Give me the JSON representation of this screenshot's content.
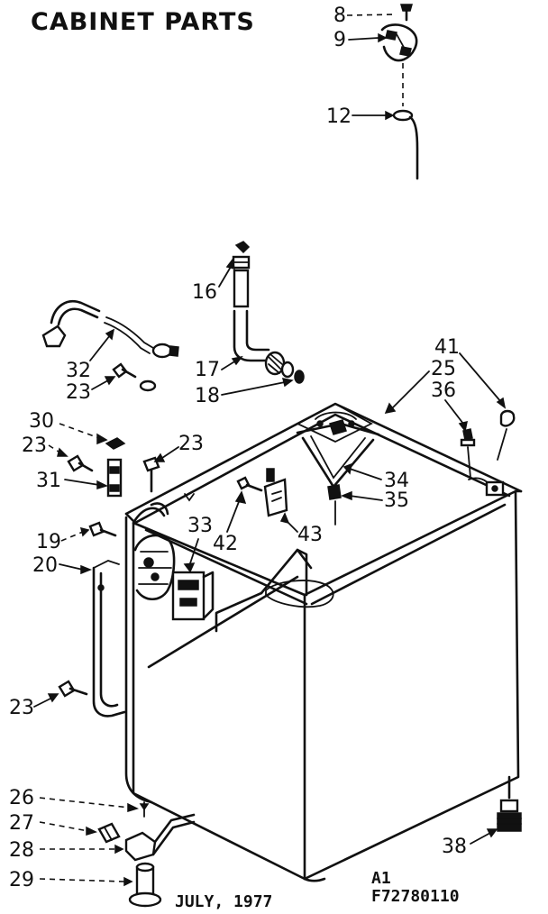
{
  "title": "CABINET PARTS",
  "footer": {
    "date": "JULY, 1977",
    "code_line1": "A1",
    "code_line2": "F72780110"
  },
  "callouts": {
    "c8": "8",
    "c9": "9",
    "c12": "12",
    "c16": "16",
    "c17": "17",
    "c18": "18",
    "c32": "32",
    "c23a": "23",
    "c30": "30",
    "c23b": "23",
    "c31": "31",
    "c23c": "23",
    "c33": "33",
    "c42": "42",
    "c43": "43",
    "c34": "34",
    "c35": "35",
    "c41": "41",
    "c25": "25",
    "c36": "36",
    "c19": "19",
    "c20": "20",
    "c23d": "23",
    "c26": "26",
    "c27": "27",
    "c28": "28",
    "c29": "29",
    "c38": "38"
  }
}
